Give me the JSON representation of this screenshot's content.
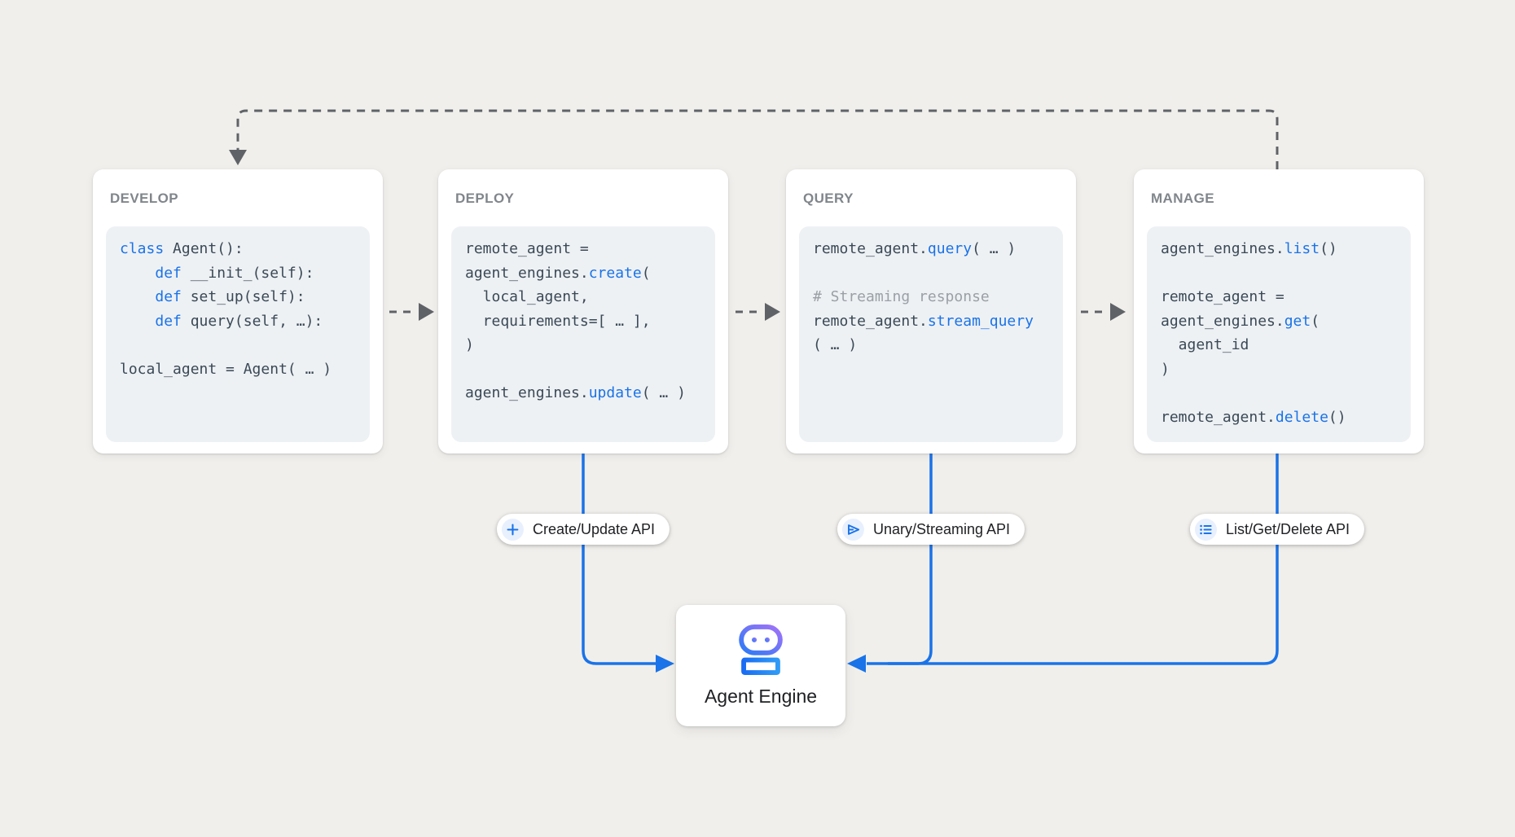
{
  "colors": {
    "background": "#f1efec",
    "card_bg": "#ffffff",
    "code_bg": "#eef1f4",
    "accent_blue": "#1a73e8",
    "arrow_gray": "#5f6368",
    "title_gray": "#80868b",
    "code_text": "#3a4956",
    "comment_gray": "#9aa0a6",
    "text_dark": "#202124",
    "pill_icon_bg": "#e8f0fe",
    "robot_blue": "#2b7bf6",
    "robot_purple": "#a273f8",
    "robot_body_blue": "#1a6df2",
    "robot_body_light": "#2f9bf6"
  },
  "cards": [
    {
      "title": "DEVELOP",
      "code": [
        [
          [
            "k",
            "class"
          ],
          [
            "t",
            " Agent():"
          ]
        ],
        [
          [
            "t",
            "    "
          ],
          [
            "k",
            "def"
          ],
          [
            "t",
            " __init_(self):"
          ]
        ],
        [
          [
            "t",
            "    "
          ],
          [
            "k",
            "def"
          ],
          [
            "t",
            " set_up(self):"
          ]
        ],
        [
          [
            "t",
            "    "
          ],
          [
            "k",
            "def"
          ],
          [
            "t",
            " query(self, …):"
          ]
        ],
        [],
        [
          [
            "t",
            "local_agent = Agent( … )"
          ]
        ]
      ]
    },
    {
      "title": "DEPLOY",
      "code": [
        [
          [
            "t",
            "remote_agent ="
          ]
        ],
        [
          [
            "t",
            "agent_engines."
          ],
          [
            "k",
            "create"
          ],
          [
            "t",
            "("
          ]
        ],
        [
          [
            "t",
            "  local_agent,"
          ]
        ],
        [
          [
            "t",
            "  requirements=[ … ],"
          ]
        ],
        [
          [
            "t",
            ")"
          ]
        ],
        [],
        [
          [
            "t",
            "agent_engines."
          ],
          [
            "k",
            "update"
          ],
          [
            "t",
            "( … )"
          ]
        ]
      ]
    },
    {
      "title": "QUERY",
      "code": [
        [
          [
            "t",
            "remote_agent."
          ],
          [
            "k",
            "query"
          ],
          [
            "t",
            "( … )"
          ]
        ],
        [],
        [
          [
            "c",
            "# Streaming response"
          ]
        ],
        [
          [
            "t",
            "remote_agent."
          ],
          [
            "k",
            "stream_query"
          ]
        ],
        [
          [
            "t",
            "( … )"
          ]
        ]
      ]
    },
    {
      "title": "MANAGE",
      "code": [
        [
          [
            "t",
            "agent_engines."
          ],
          [
            "k",
            "list"
          ],
          [
            "t",
            "()"
          ]
        ],
        [],
        [
          [
            "t",
            "remote_agent ="
          ]
        ],
        [
          [
            "t",
            "agent_engines."
          ],
          [
            "k",
            "get"
          ],
          [
            "t",
            "("
          ]
        ],
        [
          [
            "t",
            "  agent_id"
          ]
        ],
        [
          [
            "t",
            ")"
          ]
        ],
        [],
        [
          [
            "t",
            "remote_agent."
          ],
          [
            "k",
            "delete"
          ],
          [
            "t",
            "()"
          ]
        ]
      ]
    }
  ],
  "api_badges": [
    {
      "label": "Create/Update API",
      "icon": "plus-icon"
    },
    {
      "label": "Unary/Streaming API",
      "icon": "send-icon"
    },
    {
      "label": "List/Get/Delete API",
      "icon": "list-icon"
    }
  ],
  "engine": {
    "label": "Agent Engine",
    "icon": "robot-icon"
  }
}
